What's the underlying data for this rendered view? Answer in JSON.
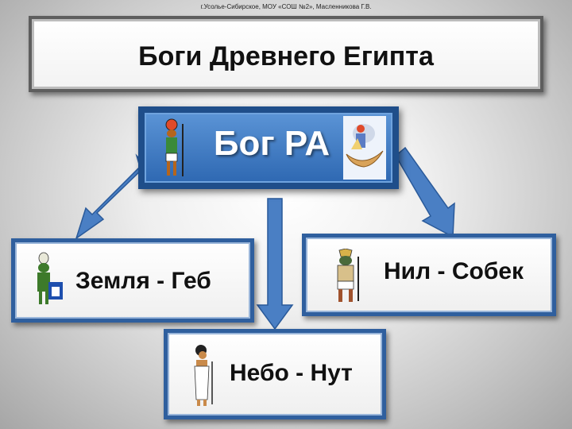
{
  "credit": "г.Усолье-Сибирское, МОУ «СОШ №2», Масленникова Г.В.",
  "title": "Боги Древнего Египта",
  "root": {
    "label": "Бог РА"
  },
  "children": [
    {
      "label": "Земля - Геб"
    },
    {
      "label": "Нил - Собек"
    },
    {
      "label": "Небо - Нут"
    }
  ],
  "colors": {
    "root_fill": "#3a78c6",
    "root_border": "#1f4e8a",
    "node_border": "#2f5f9e",
    "arrow_fill": "#4a7fc4",
    "arrow_stroke": "#2a5a9a"
  },
  "icons": [
    "ra-figure-icon",
    "ra-boat-icon",
    "geb-figure-icon",
    "sobek-figure-icon",
    "nut-figure-icon"
  ]
}
